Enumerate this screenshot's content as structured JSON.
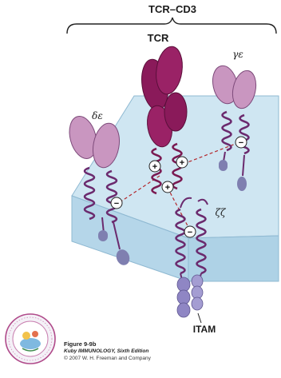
{
  "labels": {
    "complex": "TCR–CD3",
    "tcr": "TCR",
    "gamma_epsilon": "γε",
    "delta_epsilon": "δε",
    "zeta_zeta": "ζζ",
    "itam": "ITAM"
  },
  "charges": {
    "positive": "+",
    "negative": "−"
  },
  "caption": {
    "figure": "Figure 9-9b",
    "book": "Kuby IMMUNOLOGY, Sixth Edition",
    "copyright": "© 2007 W. H. Freeman and Company"
  },
  "colors": {
    "membrane_top": "#c9e3f0",
    "membrane_front": "#b7d8ea",
    "tcr": "#8a1a5a",
    "tcr_light": "#a1286e",
    "cd3_light": "#c996c0",
    "helix": "#6b2a6e",
    "itam": "#9c93c9"
  }
}
